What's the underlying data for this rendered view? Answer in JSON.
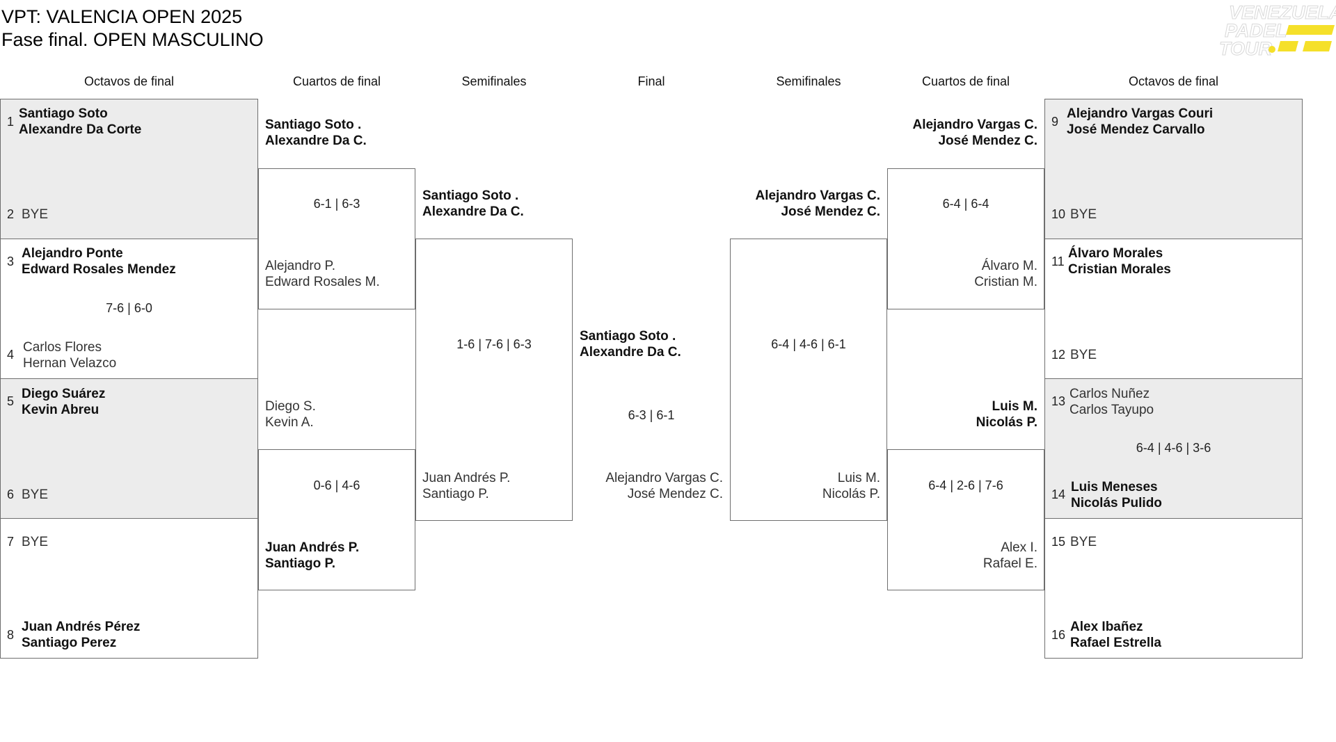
{
  "header": {
    "title": "VPT: VALENCIA OPEN 2025",
    "subtitle": "Fase final. OPEN MASCULINO",
    "logo": {
      "line1": "VENEZUELA",
      "line2": "PADEL",
      "line3": "TOUR",
      "accent_color": "#f5e02a"
    }
  },
  "colors": {
    "grey_fill": "#ececec",
    "border": "#6e6e6e",
    "text": "#111111"
  },
  "rounds": {
    "left_r16": "Octavos de final",
    "left_qf": "Cuartos de final",
    "left_sf": "Semifinales",
    "final": "Final",
    "right_sf": "Semifinales",
    "right_qf": "Cuartos de final",
    "right_r16": "Octavos de final"
  },
  "left_r16": [
    {
      "seed": "1",
      "p1": "Santiago Soto",
      "p2": "Alexandre Da Corte"
    },
    {
      "seed": "2",
      "p1": "BYE",
      "p2": ""
    },
    {
      "seed": "3",
      "p1": "Alejandro Ponte",
      "p2": "Edward Rosales Mendez"
    },
    {
      "seed": "4",
      "p1": "Carlos Flores",
      "p2": "Hernan Velazco"
    },
    {
      "seed": "5",
      "p1": "Diego Suárez",
      "p2": "Kevin Abreu"
    },
    {
      "seed": "6",
      "p1": "BYE",
      "p2": ""
    },
    {
      "seed": "7",
      "p1": "BYE",
      "p2": ""
    },
    {
      "seed": "8",
      "p1": "Juan Andrés Pérez",
      "p2": "Santiago Perez"
    }
  ],
  "left_r16_scores": {
    "m2": "7-6 | 6-0"
  },
  "left_qf": [
    {
      "p1": "Santiago Soto .",
      "p2": "Alexandre Da C."
    },
    {
      "p1": "Alejandro P.",
      "p2": "Edward Rosales M."
    },
    {
      "p1": "Diego S.",
      "p2": "Kevin A."
    },
    {
      "p1": "Juan Andrés P.",
      "p2": "Santiago P."
    }
  ],
  "left_qf_scores": {
    "m1": "6-1 | 6-3",
    "m2": "0-6 | 4-6"
  },
  "left_sf": [
    {
      "p1": "Santiago Soto .",
      "p2": "Alexandre Da C."
    },
    {
      "p1": "Juan Andrés P.",
      "p2": "Santiago P."
    }
  ],
  "left_sf_score": "1-6 | 7-6 | 6-3",
  "final": {
    "top": {
      "p1": "Santiago Soto .",
      "p2": "Alexandre Da C."
    },
    "bottom": {
      "p1": "Alejandro Vargas C.",
      "p2": "José Mendez C."
    },
    "score": "6-3 | 6-1"
  },
  "right_sf": [
    {
      "p1": "Alejandro Vargas C.",
      "p2": "José Mendez C."
    },
    {
      "p1": "Luis M.",
      "p2": "Nicolás P."
    }
  ],
  "right_sf_score": "6-4 | 4-6 | 6-1",
  "right_qf": [
    {
      "p1": "Alejandro Vargas C.",
      "p2": "José Mendez C."
    },
    {
      "p1": "Álvaro M.",
      "p2": "Cristian M."
    },
    {
      "p1": "Luis M.",
      "p2": "Nicolás P."
    },
    {
      "p1": "Alex I.",
      "p2": "Rafael E."
    }
  ],
  "right_qf_scores": {
    "m1": "6-4 | 6-4",
    "m2": "6-4 | 2-6 | 7-6"
  },
  "right_r16": [
    {
      "seed": "9",
      "p1": "Alejandro Vargas Couri",
      "p2": "José Mendez Carvallo"
    },
    {
      "seed": "10",
      "p1": "BYE",
      "p2": ""
    },
    {
      "seed": "11",
      "p1": "Álvaro Morales",
      "p2": "Cristian Morales"
    },
    {
      "seed": "12",
      "p1": "BYE",
      "p2": ""
    },
    {
      "seed": "13",
      "p1": "Carlos Nuñez",
      "p2": "Carlos Tayupo"
    },
    {
      "seed": "14",
      "p1": "Luis Meneses",
      "p2": "Nicolás Pulido"
    },
    {
      "seed": "15",
      "p1": "BYE",
      "p2": ""
    },
    {
      "seed": "16",
      "p1": "Alex Ibañez",
      "p2": "Rafael Estrella"
    }
  ],
  "right_r16_scores": {
    "m3": "6-4 | 4-6 | 3-6"
  }
}
